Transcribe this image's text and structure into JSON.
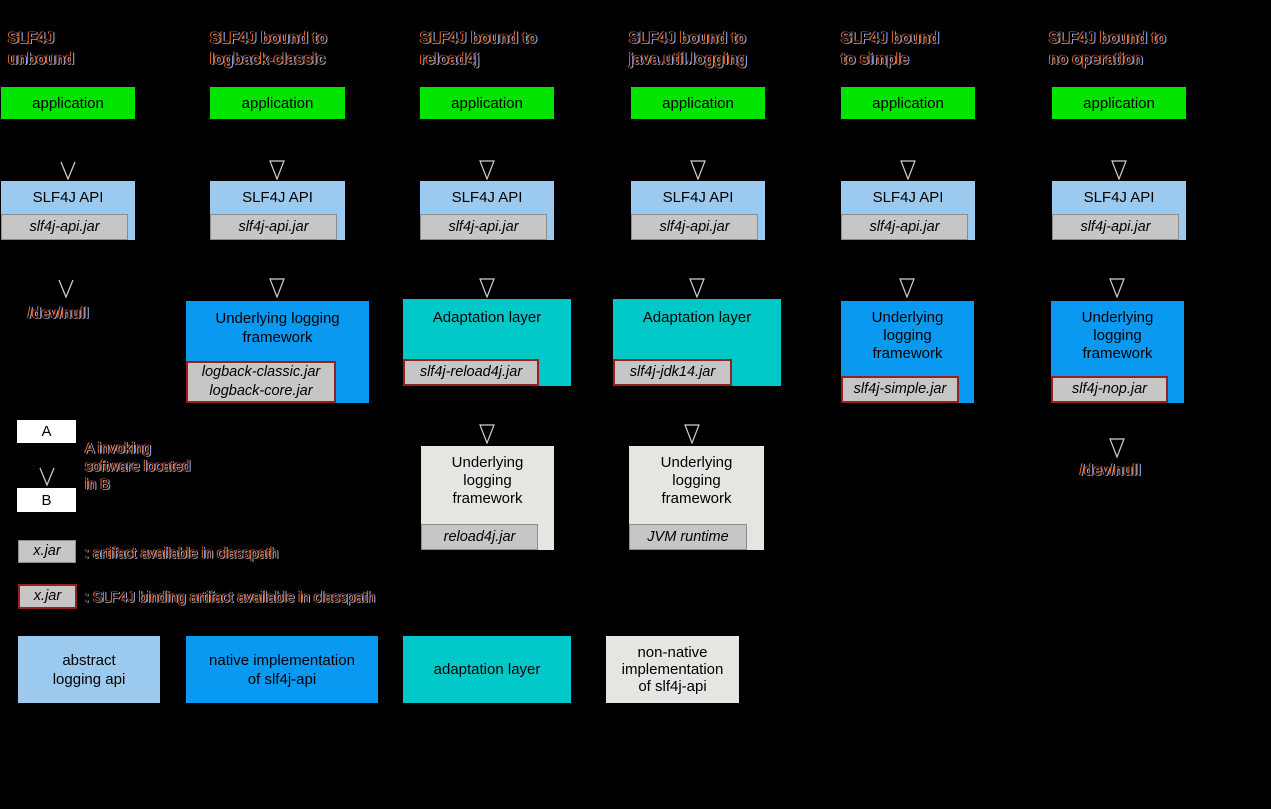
{
  "colors": {
    "background": "#000000",
    "application_green": "#00E400",
    "abstract_api_light_blue": "#9BCAEE",
    "native_impl_blue": "#0999F0",
    "adaptation_teal": "#00C8C8",
    "non_native_light_gray": "#E5E5E2",
    "jar_gray": "#C6C6C6",
    "jar_border_gray": "#8C8C8C",
    "binding_border_dark_red": "#96201C",
    "legend_ab_white": "#FFFFFF"
  },
  "columns": [
    {
      "title": "SLF4J\nunbound",
      "application": "application",
      "api": "SLF4J API",
      "api_jar": "slf4j-api.jar",
      "sink": "/dev/null"
    },
    {
      "title": "SLF4J bound to\nlogback-classic",
      "application": "application",
      "api": "SLF4J API",
      "api_jar": "slf4j-api.jar",
      "impl": "Underlying logging\nframework",
      "impl_jar": "logback-classic.jar\nlogback-core.jar"
    },
    {
      "title": "SLF4J bound to\nreload4j",
      "application": "application",
      "api": "SLF4J API",
      "api_jar": "slf4j-api.jar",
      "adapter": "Adaptation layer",
      "adapter_jar": "slf4j-reload4j.jar",
      "underlying": "Underlying\nlogging\nframework",
      "underlying_jar": "reload4j.jar"
    },
    {
      "title": "SLF4J bound to\njava.util.logging",
      "application": "application",
      "api": "SLF4J API",
      "api_jar": "slf4j-api.jar",
      "adapter": "Adaptation layer",
      "adapter_jar": "slf4j-jdk14.jar",
      "underlying": "Underlying\nlogging\nframework",
      "underlying_jar": "JVM runtime"
    },
    {
      "title": "SLF4J bound\nto simple",
      "application": "application",
      "api": "SLF4J API",
      "api_jar": "slf4j-api.jar",
      "impl": "Underlying\nlogging\nframework",
      "impl_jar": "slf4j-simple.jar"
    },
    {
      "title": "SLF4J bound to\nno operation",
      "application": "application",
      "api": "SLF4J API",
      "api_jar": "slf4j-api.jar",
      "impl": "Underlying\nlogging\nframework",
      "impl_jar": "slf4j-nop.jar",
      "sink": "/dev/null"
    }
  ],
  "legend": {
    "invoke": {
      "a": "A",
      "b": "B",
      "text": "A invoking\nsoftware located\nin B"
    },
    "jar_plain": {
      "label": "x.jar",
      "text": ": artifact available in classpath"
    },
    "jar_binding": {
      "label": "x.jar",
      "text": ": SLF4J binding artifact available in classpath"
    },
    "categories": [
      {
        "label": "abstract\nlogging api",
        "color": "#9BCAEE"
      },
      {
        "label": "native implementation\nof slf4j-api",
        "color": "#0999F0"
      },
      {
        "label": "adaptation layer",
        "color": "#00C8C8"
      },
      {
        "label": "non-native\nimplementation\nof slf4j-api",
        "color": "#E5E5E2"
      }
    ]
  }
}
